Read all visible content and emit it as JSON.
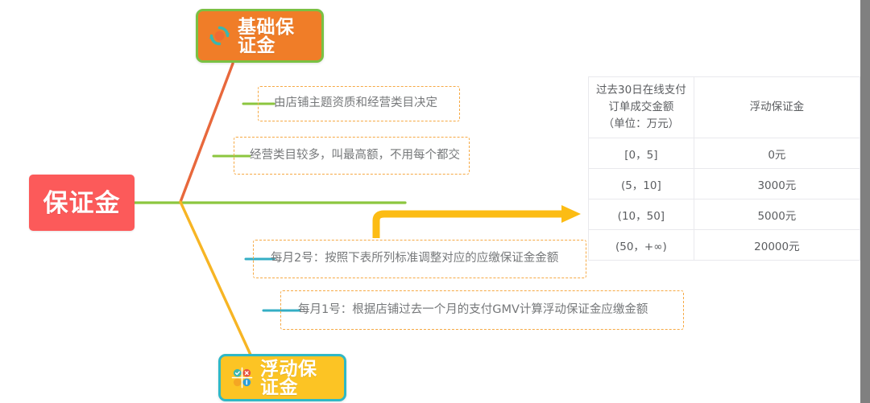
{
  "diagram": {
    "root": {
      "label": "保证金",
      "color": "#fc5a5a"
    },
    "topics": [
      {
        "id": "basic",
        "label": "基础保证金",
        "icon": "refresh-circle-icon",
        "fill": "#f07d28",
        "border": "#7ac143"
      },
      {
        "id": "float",
        "label": "浮动保证金",
        "icon": "grid-four-dots-icon",
        "fill": "#fcc424",
        "border": "#2fb8c6"
      }
    ],
    "callouts": [
      {
        "id": "c1",
        "text": "由店铺主题资质和经营类目决定",
        "connector_color": "#7ac143"
      },
      {
        "id": "c2",
        "text": "经营类目较多，叫最高额，不用每个都交",
        "connector_color": "#7ac143"
      },
      {
        "id": "c3",
        "text": "每月2号：按照下表所列标准调整对应的应缴保证金金额",
        "connector_color": "#2fb8c6"
      },
      {
        "id": "c4",
        "text": "每月1号：根据店铺过去一个月的支付GMV计算浮动保证金应缴金额",
        "connector_color": "#2fb8c6"
      }
    ],
    "arrow": {
      "name": "elbow-arrow-to-table",
      "color": "#fcbc14"
    },
    "branch_colors": {
      "trunk": "#8cc63f",
      "basic": "#e8683c",
      "float": "#f7b524"
    }
  },
  "table": {
    "headers": [
      "过去30日在线支付订单成交金额（单位：万元）",
      "浮动保证金"
    ],
    "header_lines": [
      [
        "过去30日在线支付",
        "订单成交金额",
        "（单位：万元）"
      ],
      [
        "浮动保证金"
      ]
    ],
    "rows": [
      {
        "range": "[0，5]",
        "fee": "0元"
      },
      {
        "range": "(5，10]",
        "fee": "3000元"
      },
      {
        "range": "(10，50]",
        "fee": "5000元"
      },
      {
        "range": "(50，+∞)",
        "fee": "20000元"
      }
    ]
  },
  "chrome": {
    "right_bar_color": "#808080"
  }
}
